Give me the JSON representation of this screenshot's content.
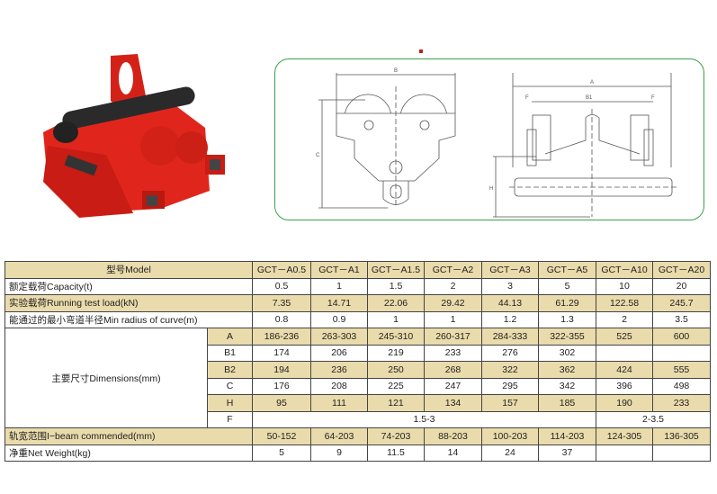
{
  "diagram": {
    "labels": {
      "side_width": "B",
      "side_height": "C",
      "front_width": "A",
      "front_inner": "B1",
      "front_flange_left": "F",
      "front_flange_right": "F",
      "front_height": "H"
    }
  },
  "table": {
    "header_label": "型号Model",
    "models": [
      "GCT－A0.5",
      "GCT－A1",
      "GCT－A1.5",
      "GCT－A2",
      "GCT－A3",
      "GCT－A5",
      "GCT－A10",
      "GCT－A20"
    ],
    "capacity": {
      "label": "额定载荷Capacity(t)",
      "values": [
        "0.5",
        "1",
        "1.5",
        "2",
        "3",
        "5",
        "10",
        "20"
      ]
    },
    "test_load": {
      "label": "实验载荷Running test load(kN)",
      "values": [
        "7.35",
        "14.71",
        "22.06",
        "29.42",
        "44.13",
        "61.29",
        "122.58",
        "245.7"
      ]
    },
    "min_radius": {
      "label": "能通过的最小弯道半径Min radius of curve(m)",
      "values": [
        "0.8",
        "0.9",
        "1",
        "1",
        "1.2",
        "1.3",
        "2",
        "3.5"
      ]
    },
    "dimensions": {
      "label": "主要尺寸Dimensions(mm)",
      "rows": [
        {
          "key": "A",
          "values": [
            "186-236",
            "263-303",
            "245-310",
            "260-317",
            "284-333",
            "322-355",
            "525",
            "600"
          ]
        },
        {
          "key": "B1",
          "values": [
            "174",
            "206",
            "219",
            "233",
            "276",
            "302",
            "",
            ""
          ]
        },
        {
          "key": "B2",
          "values": [
            "194",
            "236",
            "250",
            "268",
            "322",
            "362",
            "424",
            "555"
          ]
        },
        {
          "key": "C",
          "values": [
            "176",
            "208",
            "225",
            "247",
            "295",
            "342",
            "396",
            "498"
          ]
        },
        {
          "key": "H",
          "values": [
            "95",
            "111",
            "121",
            "134",
            "157",
            "185",
            "190",
            "233"
          ]
        }
      ],
      "f_row": {
        "key": "F",
        "small_range": "1.5-3",
        "large_range": "2-3.5"
      }
    },
    "ibeam": {
      "label": "轨宽范围I−beam commended(mm)",
      "values": [
        "50-152",
        "64-203",
        "74-203",
        "88-203",
        "100-203",
        "114-203",
        "124-305",
        "136-305"
      ]
    },
    "net_weight": {
      "label": "净重Net Weight(kg)",
      "values": [
        "5",
        "9",
        "11.5",
        "14",
        "24",
        "37",
        "",
        ""
      ]
    }
  },
  "colors": {
    "shade": "#e9dbab",
    "border": "#3aa14a",
    "product": "#e0261c"
  }
}
